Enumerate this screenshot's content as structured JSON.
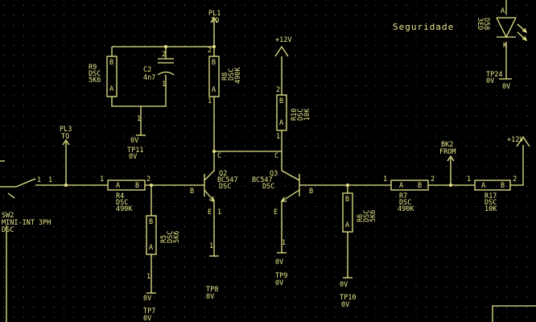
{
  "colors": {
    "background": "#000000",
    "wire": "#e6e68a",
    "grid": "#6b7a8a"
  },
  "title_text": "Seguridade",
  "labels": {
    "pl1_ref": "PL1",
    "pl1_val": "TO",
    "pl3_ref": "PL3",
    "pl3_val": "TO",
    "bk2_ref": "BK2",
    "bk2_val": "FROM",
    "sw2_ref": "SW2",
    "sw2_val": "MINI-INT 3PH",
    "sw2_pkg": "DSC",
    "r9_ref": "R9",
    "r9_pkg": "DSC",
    "r9_val": "5K6",
    "c2_ref": "C2",
    "c2_val": "4n7",
    "r8_ref": "R8",
    "r8_pkg": "DSC",
    "r8_val": "490K",
    "r10_ref": "R10",
    "r10_pkg": "DSC",
    "r10_val": "10K",
    "r4_ref": "R4",
    "r4_pkg": "DSC",
    "r4_val": "490K",
    "r5_ref": "R5",
    "r5_pkg": "DSC",
    "r5_val": "5K6",
    "r6_ref": "R6",
    "r6_pkg": "DSC",
    "r6_val": "5K6",
    "r7_ref": "R7",
    "r7_pkg": "DSC",
    "r7_val": "490K",
    "r17_ref": "R17",
    "r17_pkg": "DSC",
    "r17_val": "10K",
    "q2_ref": "Q2",
    "q2_val": "BC547",
    "q2_pkg": "DSC",
    "q3_ref": "Q3",
    "q3_val": "BC547",
    "q3_pkg": "DSC",
    "led_ref": "D58",
    "led_pkg": "3ED",
    "tp11_ref": "TP11",
    "tp8_ref": "TP8",
    "tp9_ref": "TP9",
    "tp7_ref": "TP7",
    "tp10_ref": "TP10",
    "tp24_ref": "TP24",
    "gnd": "0V",
    "vcc": "+12V",
    "pin_a": "A",
    "pin_b": "B",
    "pin_1": "1",
    "pin_2": "2",
    "pin_c": "C",
    "pin_b_tr": "B",
    "pin_e": "E",
    "pin_k": "K"
  }
}
